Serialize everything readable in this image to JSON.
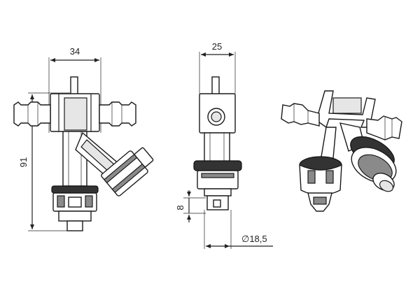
{
  "dimensions": {
    "front_width": "34",
    "side_width": "25",
    "height": "91",
    "stem_height": "8",
    "diameter": "∅18,5"
  },
  "colors": {
    "line": "#1a1a1a",
    "shade_light": "#e6e6e6",
    "shade_mid": "#8a8a8a",
    "shade_dark": "#333333"
  }
}
